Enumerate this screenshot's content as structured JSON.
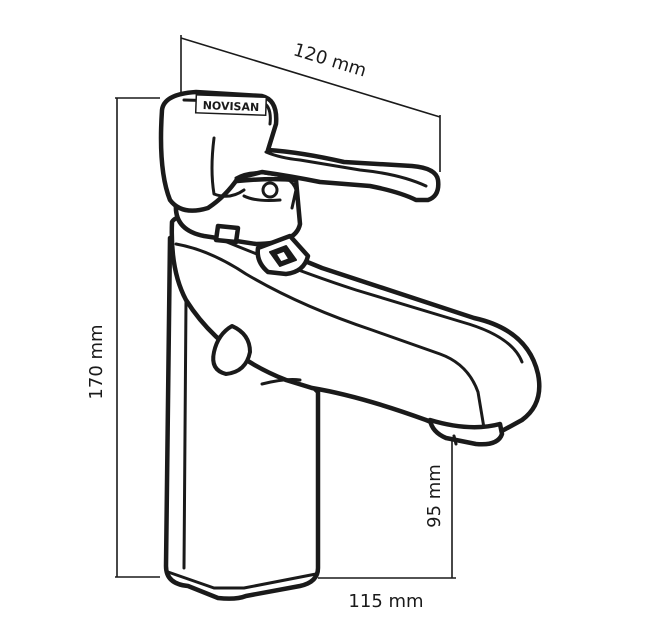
{
  "dimensions": {
    "spout_length": "120 mm",
    "total_height": "170 mm",
    "spout_height": "95 mm",
    "base_depth": "115 mm"
  },
  "handle_logo_text": "NOVISAN",
  "colors": {
    "line": "#1a1a1a",
    "background": "#ffffff"
  }
}
